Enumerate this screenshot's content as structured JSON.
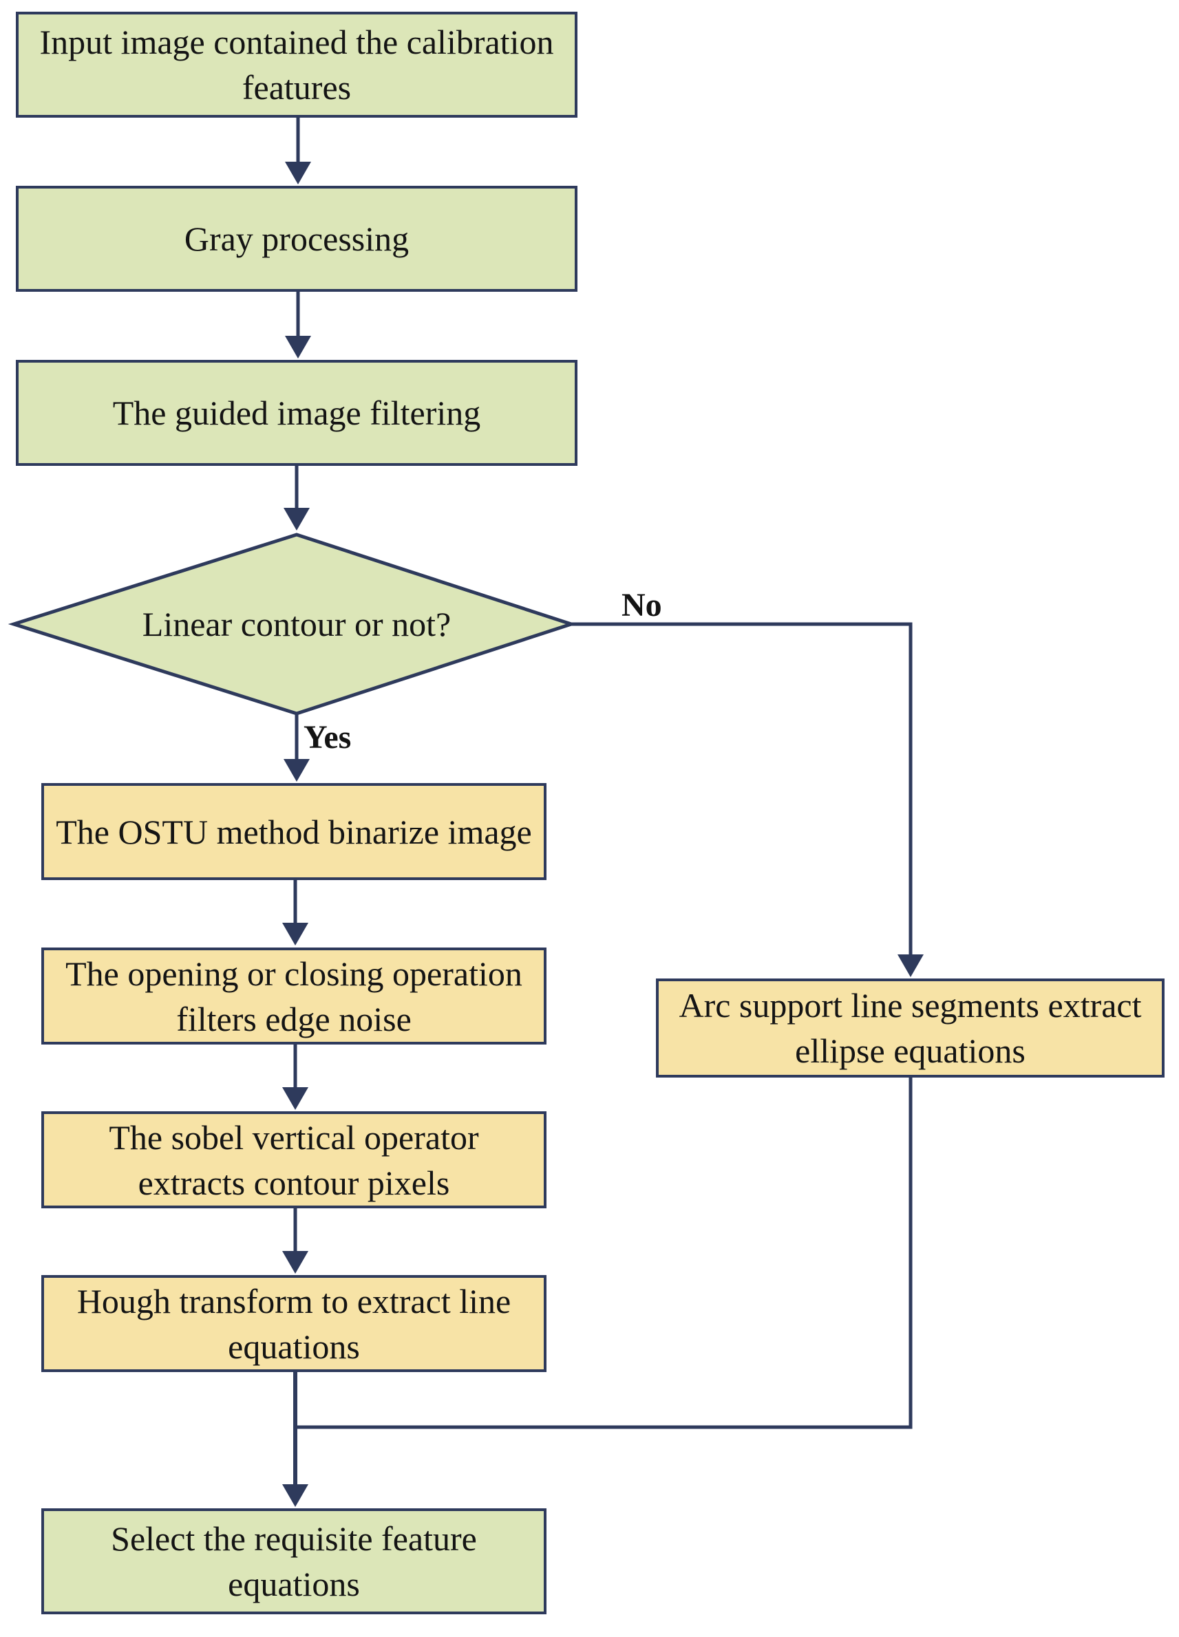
{
  "colors": {
    "process_fill_green": "#dce6b8",
    "process_fill_yellow": "#f7e3a6",
    "stroke": "#2e3a5c"
  },
  "nodes": {
    "input": "Input image contained the calibration features",
    "gray": "Gray processing",
    "guided": "The guided image filtering",
    "decision": "Linear contour or not?",
    "ostu": "The OSTU method binarize image",
    "opening": "The opening or closing operation filters edge noise",
    "sobel": "The sobel vertical operator extracts contour pixels",
    "hough": "Hough transform to extract line equations",
    "arc": "Arc support line segments extract ellipse equations",
    "select": "Select the requisite feature equations"
  },
  "labels": {
    "yes": "Yes",
    "no": "No"
  }
}
